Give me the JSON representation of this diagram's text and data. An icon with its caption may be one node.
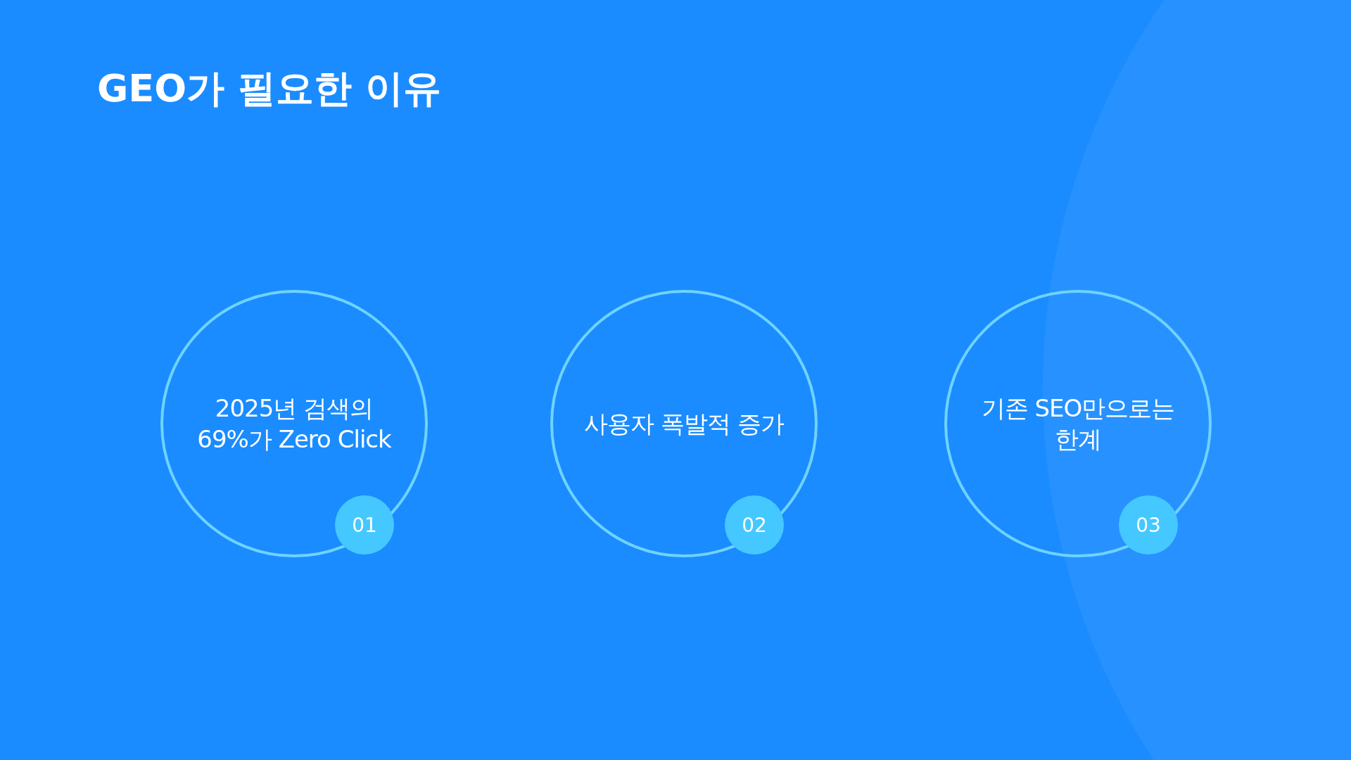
{
  "diagram": {
    "title": "GEO가 필요한 이유",
    "nodes": [
      {
        "text": [
          "2025년 검색의 69%가 Zero Click"
        ]
      },
      {
        "text": [
          "01"
        ],
        "in": 0
      },
      {
        "text": [
          "사용자 폭발적 증가"
        ]
      },
      {
        "text": [
          "02"
        ],
        "in": 2
      },
      {
        "text": [
          "기존 SEO만으로는 한계"
        ]
      },
      {
        "text": [
          "03"
        ],
        "in": 4
      }
    ]
  }
}
